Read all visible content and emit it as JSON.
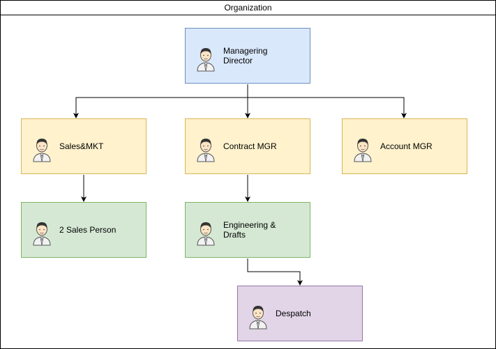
{
  "diagram": {
    "title": "Organization",
    "nodes": [
      {
        "id": "managing-director",
        "label": "Managering\nDirector",
        "color": "#dae8fc",
        "border": "#6c8ebf"
      },
      {
        "id": "sales-mkt",
        "label": "Sales&MKT",
        "color": "#fff2cc",
        "border": "#d6b656"
      },
      {
        "id": "contract-mgr",
        "label": "Contract MGR",
        "color": "#fff2cc",
        "border": "#d6b656"
      },
      {
        "id": "account-mgr",
        "label": "Account MGR",
        "color": "#fff2cc",
        "border": "#d6b656"
      },
      {
        "id": "sales-person",
        "label": "2 Sales Person",
        "color": "#d5e8d4",
        "border": "#82b366"
      },
      {
        "id": "engineering",
        "label": "Engineering &\nDrafts",
        "color": "#d5e8d4",
        "border": "#82b366"
      },
      {
        "id": "despatch",
        "label": "Despatch",
        "color": "#e1d5e7",
        "border": "#9673a6"
      }
    ],
    "edges": [
      {
        "from": "managing-director",
        "to": "sales-mkt"
      },
      {
        "from": "managing-director",
        "to": "contract-mgr"
      },
      {
        "from": "managing-director",
        "to": "account-mgr"
      },
      {
        "from": "sales-mkt",
        "to": "sales-person"
      },
      {
        "from": "contract-mgr",
        "to": "engineering"
      },
      {
        "from": "engineering",
        "to": "despatch"
      }
    ],
    "icon": "person-avatar-icon"
  }
}
